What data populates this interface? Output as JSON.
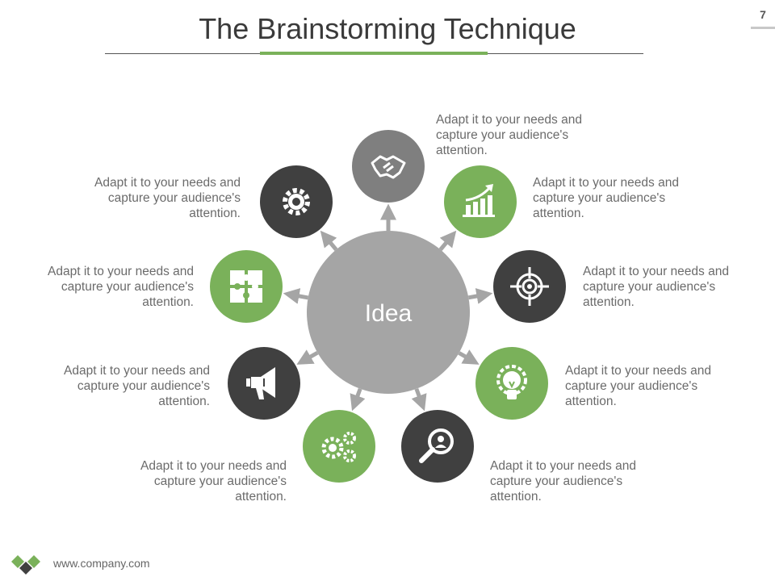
{
  "title": "The Brainstorming Technique",
  "page_number": "7",
  "footer": {
    "url": "www.company.com"
  },
  "colors": {
    "green": "#7ab15a",
    "dark": "#404040",
    "gray": "#7f7f7f",
    "hub": "#a5a5a5",
    "text": "#6b6b6b"
  },
  "center": {
    "label": "Idea"
  },
  "nodes": [
    {
      "id": "handshake",
      "icon": "handshake-icon",
      "color": "gray",
      "text": "Adapt it to your needs and capture your audience's attention."
    },
    {
      "id": "growth",
      "icon": "growth-chart-icon",
      "color": "green",
      "text": "Adapt it to your needs and capture your audience's attention."
    },
    {
      "id": "target",
      "icon": "target-icon",
      "color": "dark",
      "text": "Adapt it to your needs and capture your audience's attention."
    },
    {
      "id": "bulb",
      "icon": "lightbulb-gear-icon",
      "color": "green",
      "text": "Adapt it to your needs and capture your audience's attention."
    },
    {
      "id": "search",
      "icon": "search-user-icon",
      "color": "dark",
      "text": "Adapt it to your needs and capture your audience's attention."
    },
    {
      "id": "gears",
      "icon": "gears-icon",
      "color": "green",
      "text": "Adapt it to your needs and capture your audience's attention."
    },
    {
      "id": "megaphone",
      "icon": "megaphone-icon",
      "color": "dark",
      "text": "Adapt it to your needs and capture your audience's attention."
    },
    {
      "id": "puzzle",
      "icon": "puzzle-icon",
      "color": "green",
      "text": "Adapt it to your needs and capture your audience's attention."
    },
    {
      "id": "settings",
      "icon": "gear-icon",
      "color": "dark",
      "text": "Adapt it to your needs and capture your audience's attention."
    }
  ]
}
